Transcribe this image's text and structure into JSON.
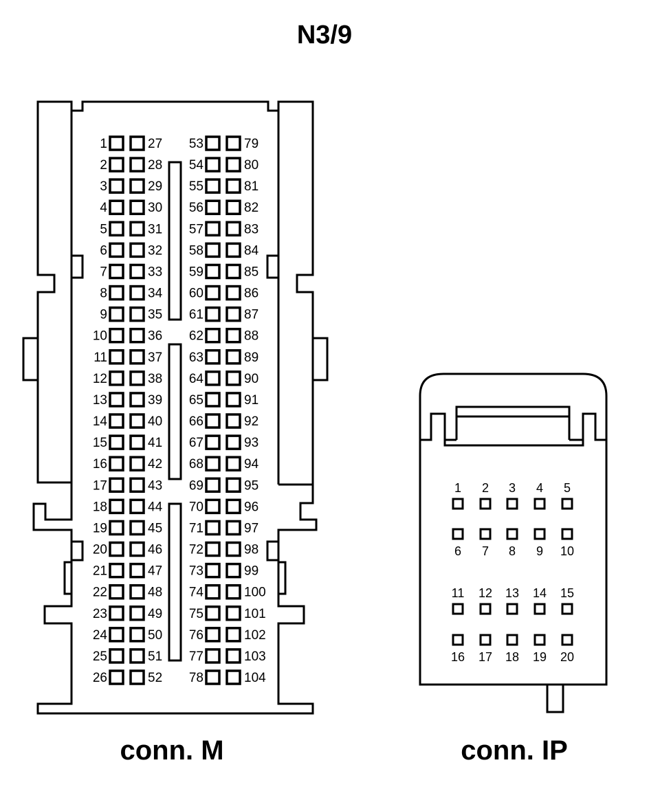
{
  "title": "N3/9",
  "connectors": {
    "m": {
      "label": "conn. M",
      "rows": 26,
      "pin_columns": [
        {
          "start": 1,
          "label_side": "left"
        },
        {
          "start": 27,
          "label_side": "right"
        },
        {
          "start": 53,
          "label_side": "left"
        },
        {
          "start": 79,
          "label_side": "right"
        }
      ]
    },
    "ip": {
      "label": "conn. IP",
      "rows": [
        {
          "pins": [
            1,
            2,
            3,
            4,
            5
          ],
          "label_side": "top"
        },
        {
          "pins": [
            6,
            7,
            8,
            9,
            10
          ],
          "label_side": "bottom"
        },
        {
          "pins": [
            11,
            12,
            13,
            14,
            15
          ],
          "label_side": "top"
        },
        {
          "pins": [
            16,
            17,
            18,
            19,
            20
          ],
          "label_side": "bottom"
        }
      ]
    }
  }
}
